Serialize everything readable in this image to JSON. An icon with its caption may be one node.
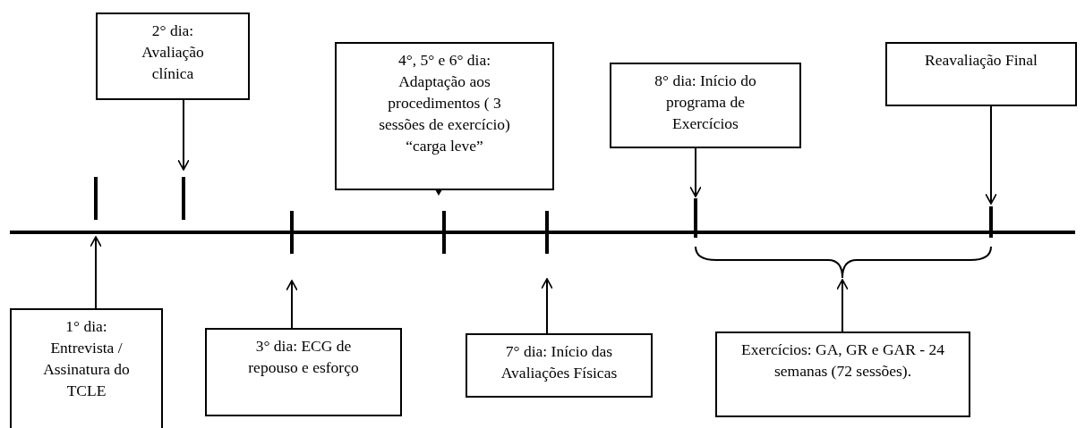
{
  "diagram": {
    "nodes": [
      {
        "text": [
          "2° dia: Avaliação clínica"
        ]
      },
      {
        "text": [
          "4°, 5° e 6° dia: Adaptação aos procedimentos ( 3 sessões de exercício) “carga leve”"
        ]
      },
      {
        "text": [
          "8° dia: Início do programa de Exercícios"
        ]
      },
      {
        "text": [
          "Reavaliação Final"
        ]
      },
      {
        "text": [
          "1° dia: Entrevista / Assinatura do TCLE"
        ]
      },
      {
        "text": [
          "3° dia: ECG de repouso e esforço"
        ]
      },
      {
        "text": [
          "7° dia: Início das Avaliações Físicas"
        ]
      },
      {
        "text": [
          "Exercícios: GA, GR e GAR - 24 semanas (72 sessões)."
        ]
      },
      {
        "text": [],
        "shape": "brace"
      }
    ],
    "edges": [
      {
        "from": 0,
        "to": null,
        "arrow": "to"
      },
      {
        "from": 2,
        "to": null,
        "arrow": "to"
      },
      {
        "from": 3,
        "to": null,
        "arrow": "to"
      },
      {
        "from": 4,
        "to": null,
        "arrow": "to"
      },
      {
        "from": 5,
        "to": null,
        "arrow": "to"
      },
      {
        "from": 6,
        "to": null,
        "arrow": "to"
      },
      {
        "from": 7,
        "to": 8,
        "arrow": "to"
      }
    ]
  }
}
